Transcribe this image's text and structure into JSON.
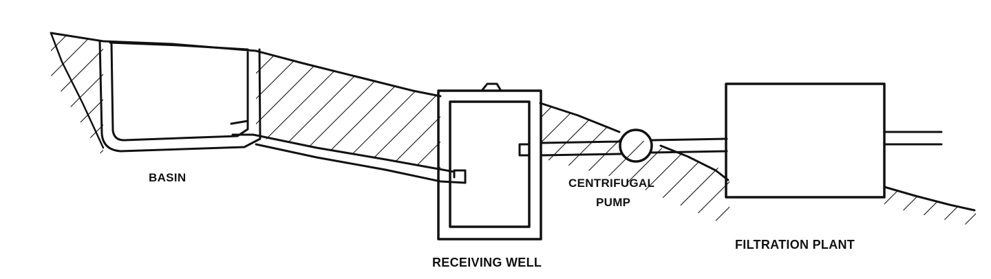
{
  "labels": {
    "basin": "BASIN",
    "receiving_well": "RECEIVING WELL",
    "centrifugal": "CENTRIFUGAL",
    "pump": "PUMP",
    "filtration_plant": "FILTRATION PLANT"
  },
  "colors": {
    "ink": "#111111",
    "background": "#ffffff"
  }
}
